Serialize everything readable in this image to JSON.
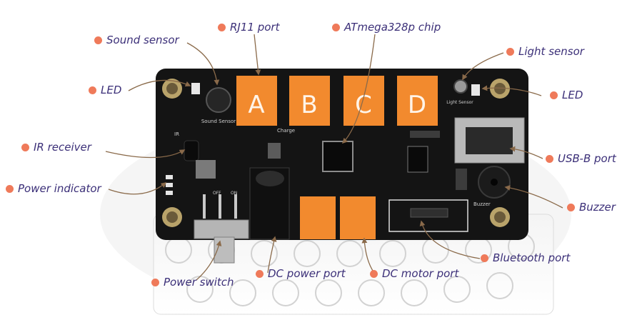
{
  "labels": {
    "sound_sensor": "Sound sensor",
    "rj11_port": "RJ11 port",
    "atmega_chip": "ATmega328p chip",
    "light_sensor": "Light sensor",
    "led_left": "LED",
    "led_right": "LED",
    "ir_receiver": "IR receiver",
    "usb_b_port": "USB-B port",
    "power_indicator": "Power indicator",
    "buzzer": "Buzzer",
    "bluetooth_port": "Bluetooth port",
    "power_switch": "Power switch",
    "dc_power_port": "DC power port",
    "dc_motor_port": "DC motor port"
  },
  "board_text": {
    "port_a": "A",
    "port_b": "B",
    "port_c": "C",
    "port_d": "D",
    "silk_sound_sensor": "Sound Sensor",
    "silk_light_sensor": "Light Sensor",
    "silk_buzzer": "Buzzer",
    "silk_ir": "IR",
    "silk_charge": "Charge",
    "silk_off": "OFF",
    "silk_on": "ON"
  },
  "colors": {
    "label_text": "#3b2f78",
    "label_dot": "#ef7a5a",
    "leader_line": "#8a6a4a",
    "board": "#141414",
    "port_orange": "#f28a2e"
  }
}
